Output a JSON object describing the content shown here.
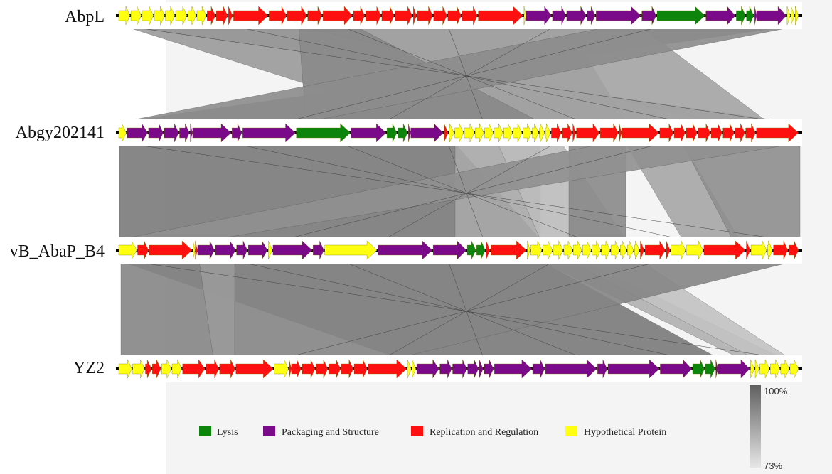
{
  "figure": {
    "genomes": [
      {
        "label": "AbpL",
        "genes": [
          [
            "Y",
            1.2
          ],
          [
            "Y",
            1.1
          ],
          [
            "Y",
            1.2
          ],
          [
            "Y",
            1.1
          ],
          [
            "Y",
            1.0
          ],
          [
            "Y",
            1.2
          ],
          [
            "Y",
            0.9
          ],
          [
            "Y",
            1.0
          ],
          [
            "R",
            0.9
          ],
          [
            "R",
            1.2
          ],
          [
            "R",
            0.5
          ],
          [
            "R",
            3.5
          ],
          [
            "R",
            1.8
          ],
          [
            "R",
            2.0
          ],
          [
            "R",
            1.5
          ],
          [
            "R",
            3.0
          ],
          [
            "R",
            1.2
          ],
          [
            "R",
            1.6
          ],
          [
            "R",
            1.3
          ],
          [
            "R",
            1.8
          ],
          [
            "R",
            0.4
          ],
          [
            "R",
            1.6
          ],
          [
            "R",
            1.4
          ],
          [
            "R",
            1.4
          ],
          [
            "R",
            1.6
          ],
          [
            "R",
            4.5
          ],
          [
            "Y",
            0.2
          ],
          [
            "P",
            2.6
          ],
          [
            "P",
            1.4
          ],
          [
            "P",
            2.0
          ],
          [
            "P",
            0.9
          ],
          [
            "P",
            4.5
          ],
          [
            "P",
            1.5
          ],
          [
            "L",
            4.8
          ],
          [
            "P",
            3.0
          ],
          [
            "L",
            1.0
          ],
          [
            "L",
            0.8
          ],
          [
            "P",
            0.2
          ],
          [
            "P",
            3.0
          ],
          [
            "Y",
            0.4
          ],
          [
            "Y",
            0.4
          ],
          [
            "Y",
            0.4
          ]
        ]
      },
      {
        "label": "Abgy202141",
        "genes": [
          [
            "Y",
            0.7
          ],
          [
            "P",
            1.8
          ],
          [
            "P",
            1.3
          ],
          [
            "P",
            1.3
          ],
          [
            "P",
            0.9
          ],
          [
            "P",
            0.2
          ],
          [
            "P",
            3.3
          ],
          [
            "P",
            0.9
          ],
          [
            "P",
            4.5
          ],
          [
            "L",
            4.6
          ],
          [
            "P",
            3.0
          ],
          [
            "L",
            0.9
          ],
          [
            "L",
            0.9
          ],
          [
            "P",
            0.2
          ],
          [
            "P",
            2.8
          ],
          [
            "R",
            0.4
          ],
          [
            "Y",
            0.5
          ],
          [
            "Y",
            0.8
          ],
          [
            "Y",
            0.9
          ],
          [
            "Y",
            0.8
          ],
          [
            "Y",
            0.8
          ],
          [
            "Y",
            0.8
          ],
          [
            "Y",
            0.8
          ],
          [
            "Y",
            0.8
          ],
          [
            "Y",
            0.8
          ],
          [
            "Y",
            0.6
          ],
          [
            "Y",
            0.5
          ],
          [
            "Y",
            0.5
          ],
          [
            "R",
            0.9
          ],
          [
            "R",
            0.9
          ],
          [
            "R",
            0.3
          ],
          [
            "R",
            2.0
          ],
          [
            "R",
            1.6
          ],
          [
            "R",
            0.2
          ],
          [
            "R",
            3.2
          ],
          [
            "R",
            1.2
          ],
          [
            "R",
            1.0
          ],
          [
            "R",
            1.0
          ],
          [
            "R",
            1.1
          ],
          [
            "R",
            1.0
          ],
          [
            "R",
            1.0
          ],
          [
            "R",
            0.9
          ],
          [
            "R",
            0.9
          ],
          [
            "R",
            3.6
          ]
        ]
      },
      {
        "label": "vB_AbaP_B4",
        "genes": [
          [
            "Y",
            1.6
          ],
          [
            "R",
            1.0
          ],
          [
            "R",
            3.7
          ],
          [
            "Y",
            0.2
          ],
          [
            "R",
            0.2
          ],
          [
            "P",
            1.5
          ],
          [
            "P",
            1.8
          ],
          [
            "P",
            1.0
          ],
          [
            "P",
            1.7
          ],
          [
            "Y",
            0.4
          ],
          [
            "P",
            3.4
          ],
          [
            "P",
            1.0
          ],
          [
            "Y",
            4.5
          ],
          [
            "P",
            4.7
          ],
          [
            "P",
            2.9
          ],
          [
            "L",
            0.8
          ],
          [
            "L",
            0.8
          ],
          [
            "R",
            0.4
          ],
          [
            "R",
            3.1
          ],
          [
            "Y",
            0.3
          ],
          [
            "Y",
            1.0
          ],
          [
            "Y",
            0.9
          ],
          [
            "Y",
            0.9
          ],
          [
            "Y",
            0.8
          ],
          [
            "Y",
            0.8
          ],
          [
            "Y",
            0.8
          ],
          [
            "Y",
            0.8
          ],
          [
            "Y",
            0.8
          ],
          [
            "Y",
            0.8
          ],
          [
            "Y",
            0.6
          ],
          [
            "Y",
            0.6
          ],
          [
            "Y",
            0.5
          ],
          [
            "R",
            0.4
          ],
          [
            "R",
            1.8
          ],
          [
            "R",
            0.4
          ],
          [
            "Y",
            1.3
          ],
          [
            "Y",
            1.5
          ],
          [
            "R",
            3.6
          ],
          [
            "R",
            0.4
          ],
          [
            "Y",
            1.4
          ],
          [
            "Y",
            0.5
          ],
          [
            "R",
            1.3
          ],
          [
            "R",
            0.9
          ]
        ]
      },
      {
        "label": "YZ2",
        "genes": [
          [
            "Y",
            1.2
          ],
          [
            "Y",
            1.1
          ],
          [
            "R",
            0.6
          ],
          [
            "R",
            0.8
          ],
          [
            "Y",
            0.9
          ],
          [
            "Y",
            0.9
          ],
          [
            "R",
            2.0
          ],
          [
            "R",
            1.2
          ],
          [
            "R",
            1.4
          ],
          [
            "R",
            3.3
          ],
          [
            "Y",
            1.3
          ],
          [
            "R",
            0.2
          ],
          [
            "R",
            0.9
          ],
          [
            "R",
            1.2
          ],
          [
            "R",
            1.1
          ],
          [
            "R",
            1.1
          ],
          [
            "R",
            1.1
          ],
          [
            "R",
            1.2
          ],
          [
            "R",
            3.4
          ],
          [
            "Y",
            0.4
          ],
          [
            "Y",
            0.4
          ],
          [
            "P",
            2.0
          ],
          [
            "P",
            1.1
          ],
          [
            "P",
            1.3
          ],
          [
            "P",
            1.0
          ],
          [
            "P",
            0.4
          ],
          [
            "P",
            0.9
          ],
          [
            "P",
            3.3
          ],
          [
            "P",
            1.1
          ],
          [
            "P",
            4.5
          ],
          [
            "P",
            0.9
          ],
          [
            "P",
            4.5
          ],
          [
            "P",
            2.8
          ],
          [
            "L",
            1.1
          ],
          [
            "L",
            0.9
          ],
          [
            "P",
            0.2
          ],
          [
            "P",
            2.8
          ],
          [
            "Y",
            0.4
          ],
          [
            "Y",
            0.4
          ],
          [
            "Y",
            0.9
          ],
          [
            "Y",
            0.9
          ],
          [
            "Y",
            0.8
          ],
          [
            "Y",
            0.8
          ]
        ]
      }
    ],
    "legend": [
      {
        "name": "Lysis",
        "color": "#0d850d"
      },
      {
        "name": "Packaging and Structure",
        "color": "#7a0a8a"
      },
      {
        "name": "Replication and Regulation",
        "color": "#ff1010"
      },
      {
        "name": "Hypothetical Protein",
        "color": "#ffff10"
      }
    ],
    "scale": {
      "max": "100%",
      "min": "73%"
    }
  }
}
